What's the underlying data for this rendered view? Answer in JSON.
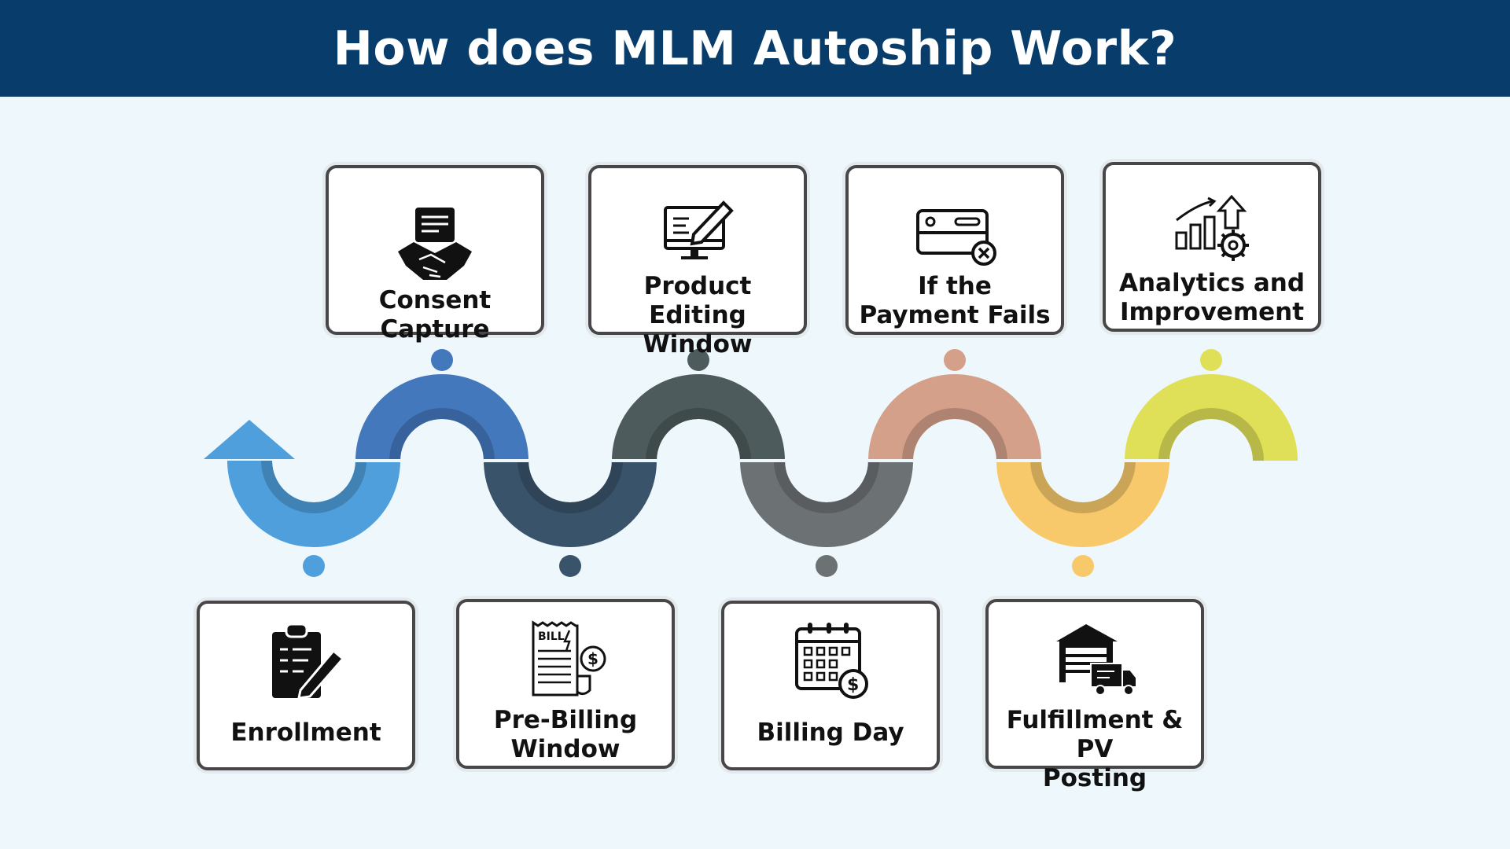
{
  "header": {
    "title": "How does MLM Autoship Work?"
  },
  "colors": {
    "header_bg": "#083c6a",
    "background": "#eef7fb",
    "step_colors": [
      "#4e9fdc",
      "#4478bd",
      "#39546a",
      "#4d5b5c",
      "#6c7274",
      "#d5a08a",
      "#f8c96a",
      "#dfe057"
    ]
  },
  "steps": [
    {
      "order": 1,
      "label_lines": [
        "Enrollment"
      ],
      "icon": "clipboard-pen-icon",
      "position": "bottom"
    },
    {
      "order": 2,
      "label_lines": [
        "Consent Capture"
      ],
      "icon": "handshake-document-icon",
      "position": "top"
    },
    {
      "order": 3,
      "label_lines": [
        "Pre-Billing",
        "Window"
      ],
      "icon": "bill-dollar-icon",
      "position": "bottom"
    },
    {
      "order": 4,
      "label_lines": [
        "Product Editing",
        "Window"
      ],
      "icon": "monitor-edit-icon",
      "position": "top"
    },
    {
      "order": 5,
      "label_lines": [
        "Billing Day"
      ],
      "icon": "calendar-dollar-icon",
      "position": "bottom"
    },
    {
      "order": 6,
      "label_lines": [
        "If the",
        "Payment Fails"
      ],
      "icon": "card-declined-icon",
      "position": "top"
    },
    {
      "order": 7,
      "label_lines": [
        "Fulfillment & PV",
        "Posting"
      ],
      "icon": "warehouse-truck-icon",
      "position": "bottom"
    },
    {
      "order": 8,
      "label_lines": [
        "Analytics and",
        "Improvement"
      ],
      "icon": "growth-chart-gear-icon",
      "position": "top"
    }
  ]
}
